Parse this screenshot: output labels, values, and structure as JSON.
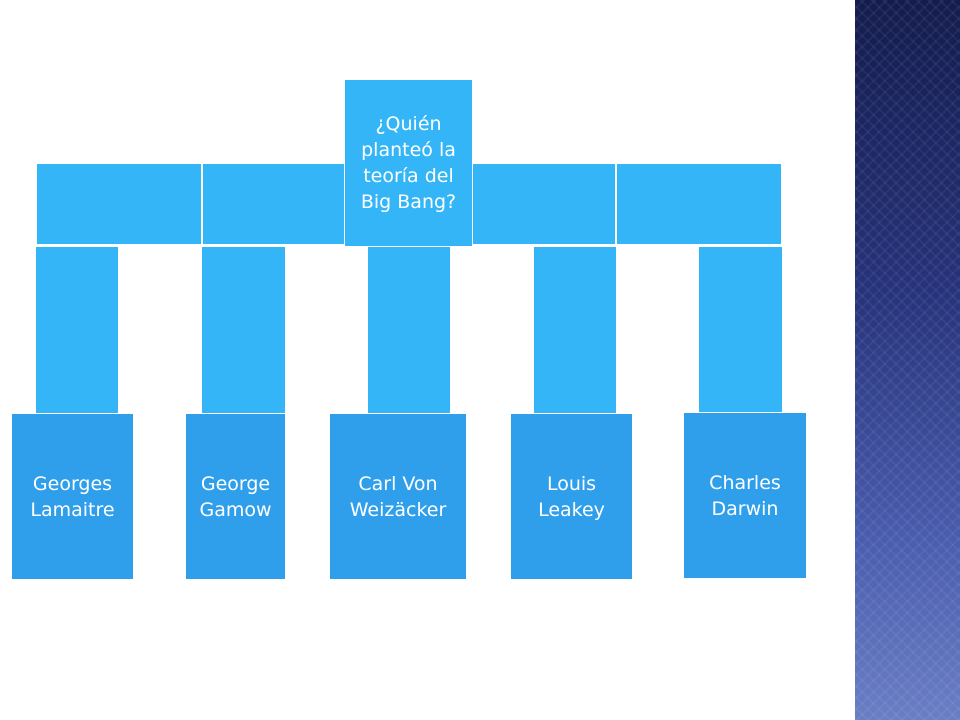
{
  "diagram": {
    "root": {
      "label_lines": [
        "¿Quién",
        "planteó la",
        "teoría del",
        "Big Bang?"
      ]
    },
    "options": [
      {
        "label": "Georges Lamaitre"
      },
      {
        "label": "George Gamow"
      },
      {
        "label": "Carl Von Weizäcker"
      },
      {
        "label": "Louis Leakey"
      },
      {
        "label": "Charles Darwin"
      }
    ]
  },
  "colors": {
    "box_fill": "#33b5f7",
    "leaf_fill": "#2f9fec",
    "text": "#ffffff",
    "side_panel": "#26337a"
  }
}
